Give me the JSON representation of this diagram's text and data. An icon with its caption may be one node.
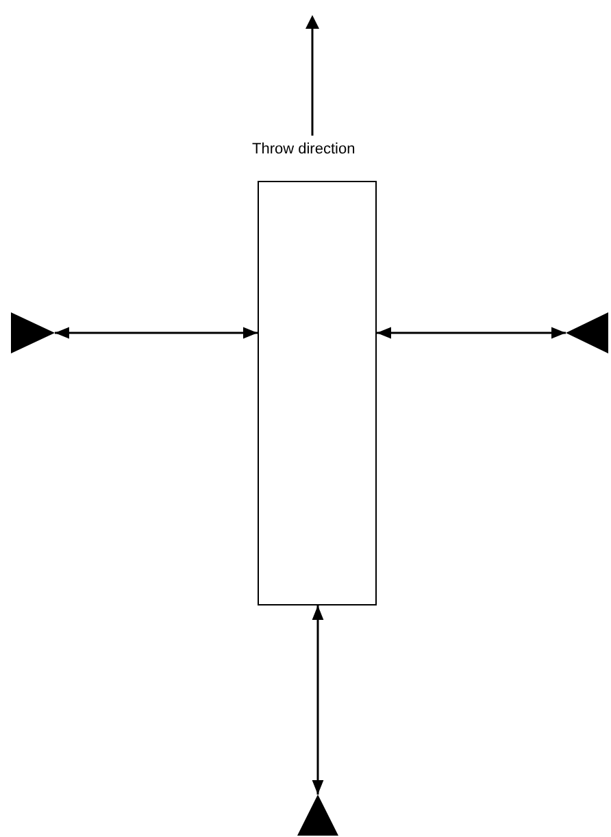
{
  "diagram": {
    "nodes": [
      {
        "text": [],
        "shape": "box"
      },
      {
        "text": [],
        "shape": "triangle"
      },
      {
        "text": [],
        "shape": "triangle"
      },
      {
        "text": [],
        "shape": "triangle"
      }
    ],
    "edges": [
      {
        "from": 1,
        "to": 0,
        "arrow": "both"
      },
      {
        "from": 0,
        "to": 2,
        "arrow": "both"
      },
      {
        "from": 0,
        "to": 3,
        "arrow": "both"
      }
    ],
    "labels": [
      "Throw direction"
    ]
  }
}
